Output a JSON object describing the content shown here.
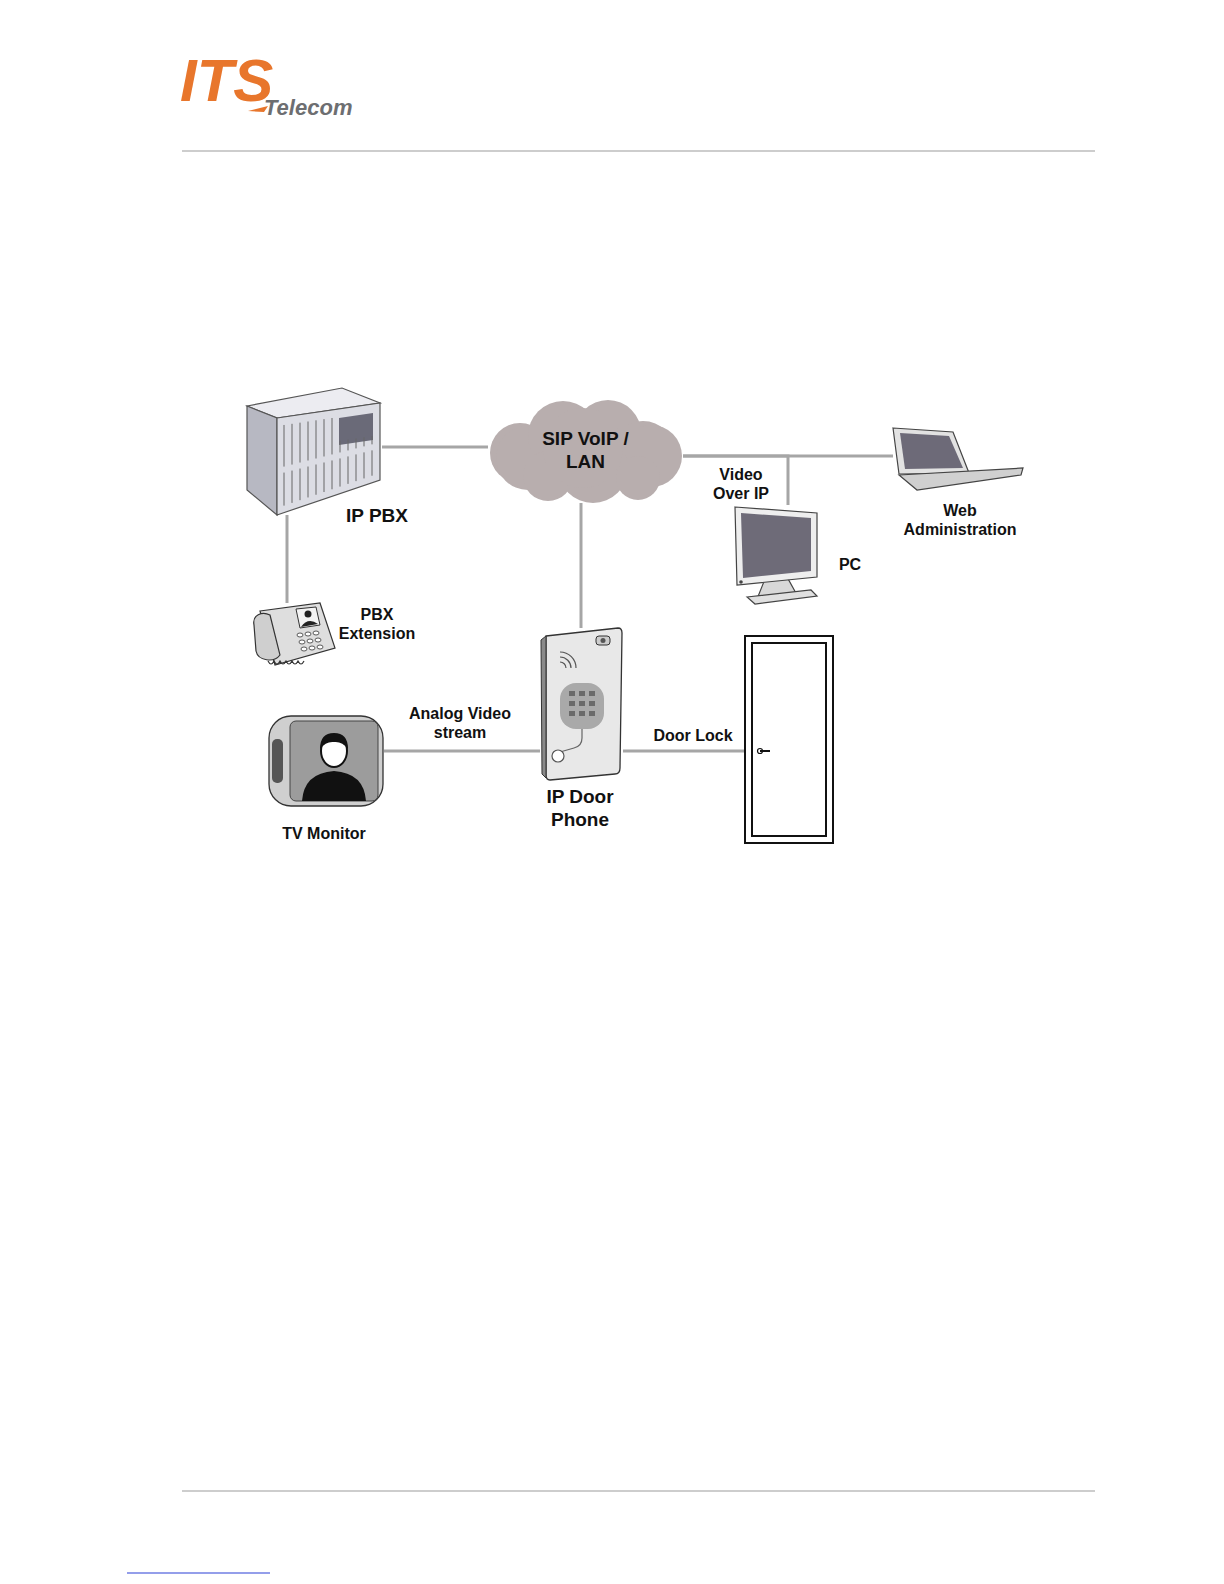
{
  "diagram": {
    "nodes": [
      {
        "text": [
          "IP PBX"
        ]
      },
      {
        "text": [
          "SIP VoIP / LAN"
        ]
      },
      {
        "text": [
          "Web Administration"
        ]
      },
      {
        "text": [
          "PC"
        ]
      },
      {
        "text": [
          "PBX Extension"
        ]
      },
      {
        "text": [
          "IP Door Phone"
        ]
      },
      {
        "text": [
          "TV Monitor"
        ]
      }
    ],
    "edges": [
      {
        "from": 0,
        "to": 1,
        "arrow": "none"
      },
      {
        "from": 0,
        "to": 4,
        "arrow": "none"
      },
      {
        "from": 1,
        "to": 5,
        "arrow": "none"
      },
      {
        "from": 1,
        "to": 2,
        "arrow": "none"
      },
      {
        "from": 1,
        "to": 3,
        "label": "Video Over IP",
        "arrow": "none"
      },
      {
        "from": 6,
        "to": 5,
        "label": "Analog Video stream",
        "arrow": "none"
      }
    ],
    "labels": [
      "ITS",
      "Telecom",
      "Door Lock"
    ]
  }
}
